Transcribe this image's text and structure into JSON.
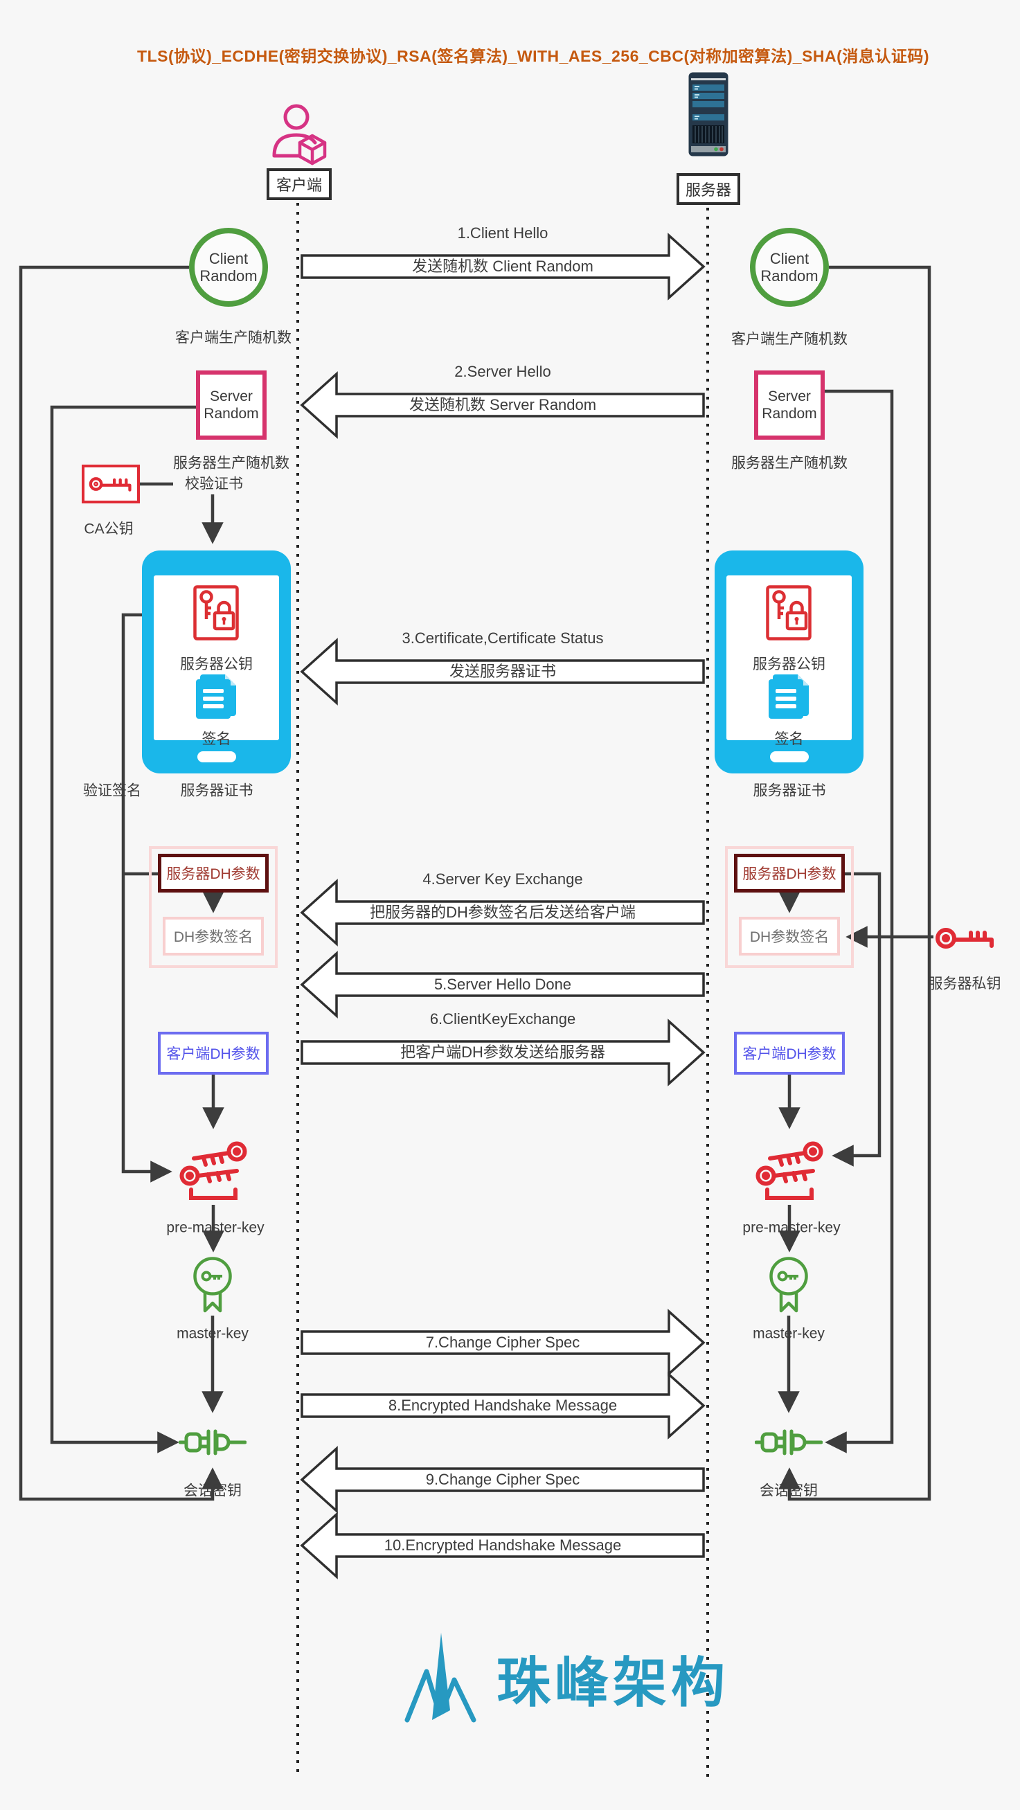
{
  "title": "TLS(协议)_ECDHE(密钥交换协议)_RSA(签名算法)_WITH_AES_256_CBC(对称加密算法)_SHA(消息认证码)",
  "actors": {
    "client": "客户端",
    "server": "服务器"
  },
  "nodes": {
    "client_random": "Client Random",
    "client_random_caption": "客户端生产随机数",
    "server_random": "Server Random",
    "server_random_caption": "服务器生产随机数",
    "ca_public_key": "CA公钥",
    "verify_certificate": "校验证书",
    "server_public_key": "服务器公钥",
    "signature": "签名",
    "server_certificate": "服务器证书",
    "verify_signature": "验证签名",
    "server_dh_params": "服务器DH参数",
    "dh_params_signature": "DH参数签名",
    "client_dh_params": "客户端DH参数",
    "pre_master_key": "pre-master-key",
    "master_key": "master-key",
    "session_key": "会话密钥",
    "server_private_key": "服务器私钥"
  },
  "messages": [
    {
      "step": "1.Client Hello",
      "desc": "发送随机数 Client Random",
      "direction": "client-to-server"
    },
    {
      "step": "2.Server Hello",
      "desc": "发送随机数 Server Random",
      "direction": "server-to-client"
    },
    {
      "step": "3.Certificate,Certificate Status",
      "desc": "发送服务器证书",
      "direction": "server-to-client"
    },
    {
      "step": "4.Server Key Exchange",
      "desc": "把服务器的DH参数签名后发送给客户端",
      "direction": "server-to-client"
    },
    {
      "step": "5.Server Hello Done",
      "desc": "",
      "direction": "server-to-client"
    },
    {
      "step": "6.ClientKeyExchange",
      "desc": "把客户端DH参数发送给服务器",
      "direction": "client-to-server"
    },
    {
      "step": "7.Change Cipher Spec",
      "desc": "",
      "direction": "client-to-server"
    },
    {
      "step": "8.Encrypted Handshake Message",
      "desc": "",
      "direction": "client-to-server"
    },
    {
      "step": "9.Change Cipher Spec",
      "desc": "",
      "direction": "server-to-client"
    },
    {
      "step": "10.Encrypted Handshake Message",
      "desc": "",
      "direction": "server-to-client"
    }
  ],
  "logo": {
    "text": "珠峰架构"
  },
  "colors": {
    "title": "#c5590f",
    "green": "#4f9e3f",
    "pink": "#d6336c",
    "cyan": "#1ab7ea",
    "red": "#e02b35",
    "dark_red": "#5e1010",
    "blue": "#6c6cf0",
    "logo": "#2799c1"
  }
}
